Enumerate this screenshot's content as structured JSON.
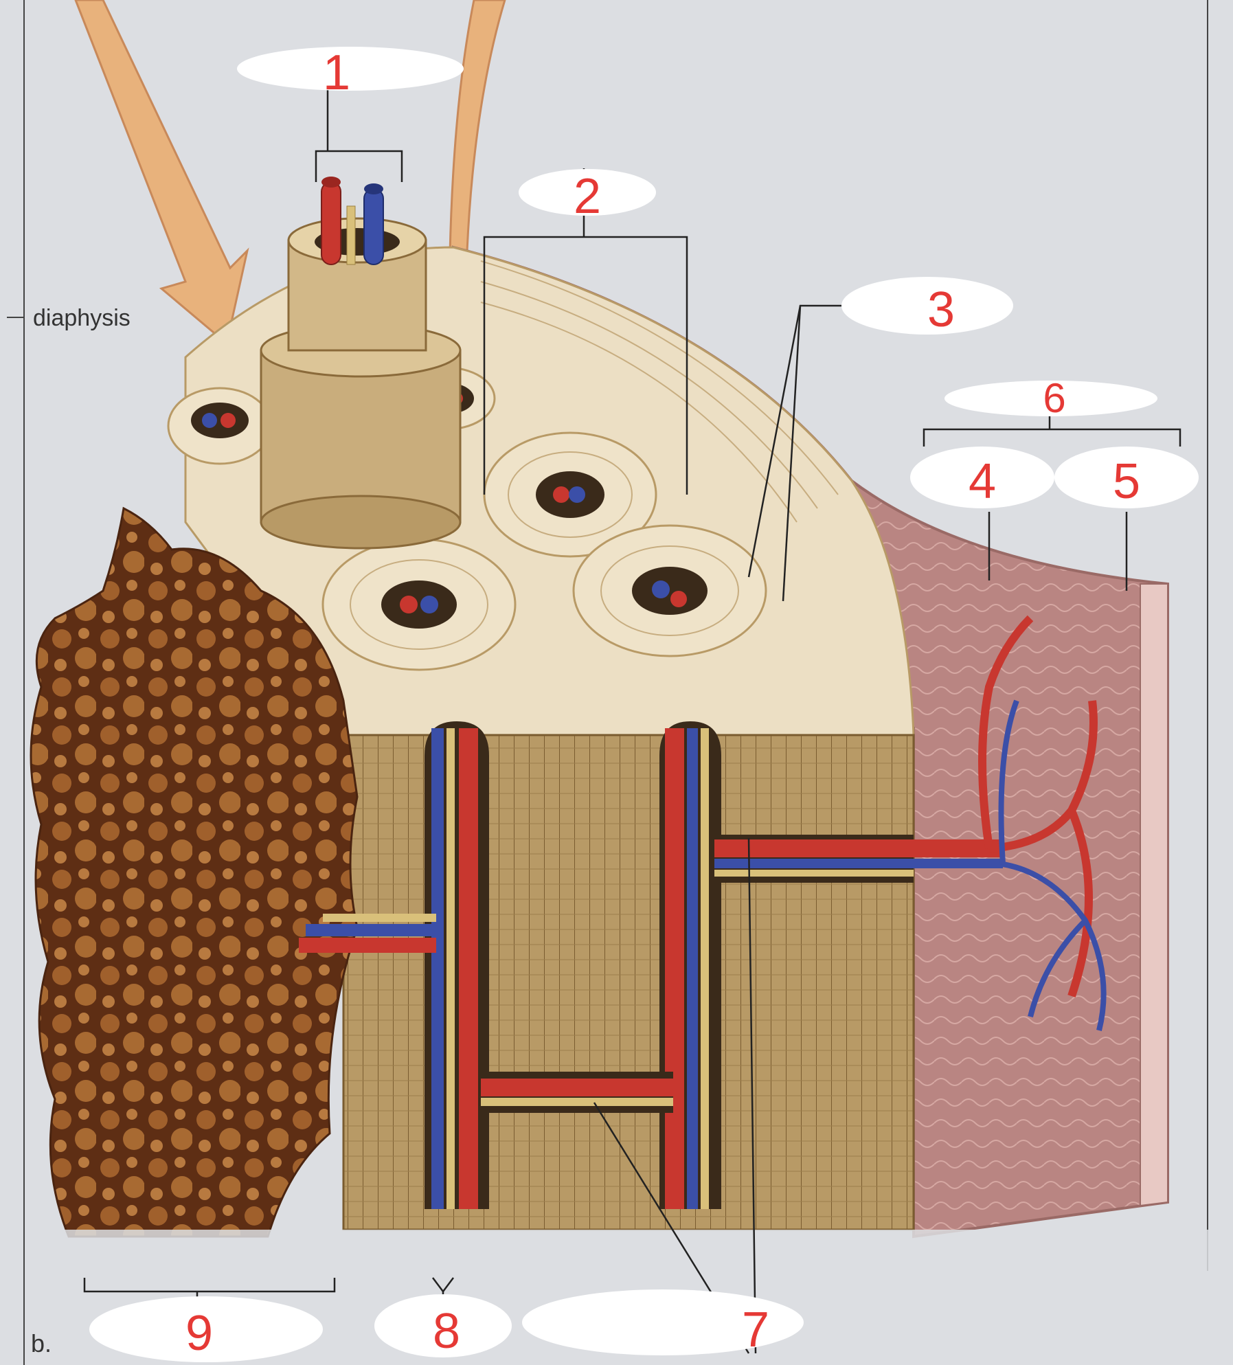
{
  "caption_letter": "b.",
  "side_label": "diaphysis",
  "colors": {
    "page": "#d9dce0",
    "artery": "#c8372f",
    "vein": "#3b4fa8",
    "nerve": "#d9c07a",
    "bone_light": "#eadcc0",
    "bone_mid": "#c9ad7c",
    "bone_dark": "#8a6a3a",
    "spongy": "#8b4a22",
    "periosteum": "#b98582",
    "annotation": "#e53935"
  },
  "labels": [
    {
      "id": "1",
      "text": "1"
    },
    {
      "id": "2",
      "text": "2"
    },
    {
      "id": "3",
      "text": "3"
    },
    {
      "id": "4",
      "text": "4"
    },
    {
      "id": "5",
      "text": "5"
    },
    {
      "id": "6",
      "text": "6"
    },
    {
      "id": "7",
      "text": "7"
    },
    {
      "id": "8",
      "text": "8"
    },
    {
      "id": "9",
      "text": "9"
    }
  ]
}
